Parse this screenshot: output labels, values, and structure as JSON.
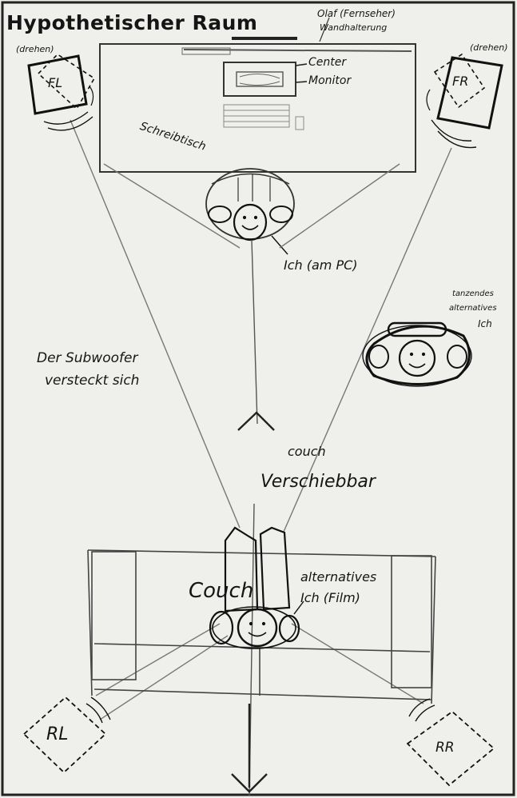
{
  "title": "Hypothetischer Raum",
  "tv_wall_mount": [
    "Olaf (Fernseher)",
    "Wandhalterung"
  ],
  "center_label": "Center",
  "monitor_label": "Monitor",
  "desk_label": "Schreibtisch",
  "speaker_front_left": {
    "label": "FL",
    "note": "(drehen)"
  },
  "speaker_front_right": {
    "label": "FR",
    "note": "(drehen)"
  },
  "speaker_rear_left": {
    "label": "RL"
  },
  "speaker_rear_right": {
    "label": "RR"
  },
  "person_at_pc": "Ich (am PC)",
  "dancing_person": [
    "tanzendes",
    "alternatives",
    "Ich"
  ],
  "subwoofer_note": [
    "Der Subwoofer",
    "versteckt sich"
  ],
  "couch_movable": [
    "couch",
    "Verschiebbar"
  ],
  "couch_label": "Couch",
  "person_film": [
    "alternatives",
    "Ich (Film)"
  ]
}
